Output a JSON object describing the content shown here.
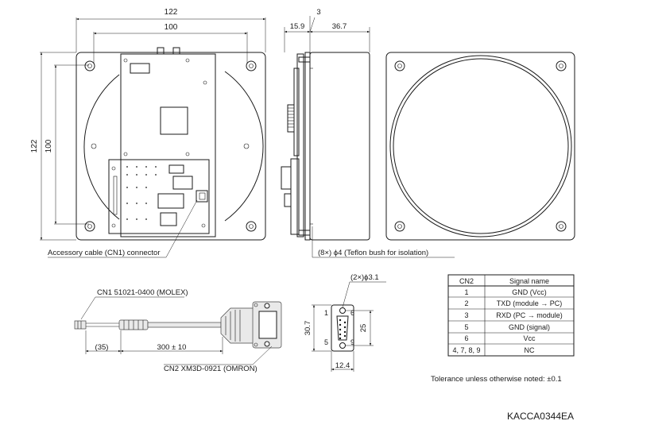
{
  "front_view": {
    "width_outer": "122",
    "width_inner": "100",
    "height_outer": "122",
    "height_inner": "100",
    "callout_cable": "Accessory cable (CN1) connector"
  },
  "side_view": {
    "dim_a": "15.9",
    "dim_b": "3",
    "dim_c": "36.7",
    "callout_bush": "(8×) ϕ4 (Teflon bush for isolation)"
  },
  "cable": {
    "cn1_label": "CN1 51021-0400 (MOLEX)",
    "cn2_label": "CN2 XM3D-0921 (OMRON)",
    "len_short": "(35)",
    "len_long": "300 ± 10"
  },
  "connector": {
    "holes": "(2×)ϕ3.1",
    "height": "30.7",
    "pitch": "25",
    "width": "12.4",
    "pin1": "1",
    "pin5": "5",
    "pin6": "6",
    "pin9": "9"
  },
  "pin_table": {
    "headers": [
      "CN2",
      "Signal name"
    ],
    "rows": [
      [
        "1",
        "GND (Vcc)"
      ],
      [
        "2",
        "TXD (module → PC)"
      ],
      [
        "3",
        "RXD (PC → module)"
      ],
      [
        "5",
        "GND (signal)"
      ],
      [
        "6",
        "Vcc"
      ],
      [
        "4, 7, 8, 9",
        "NC"
      ]
    ]
  },
  "tolerance_note": "Tolerance unless otherwise noted: ±0.1",
  "drawing_code": "KACCA0344EA"
}
